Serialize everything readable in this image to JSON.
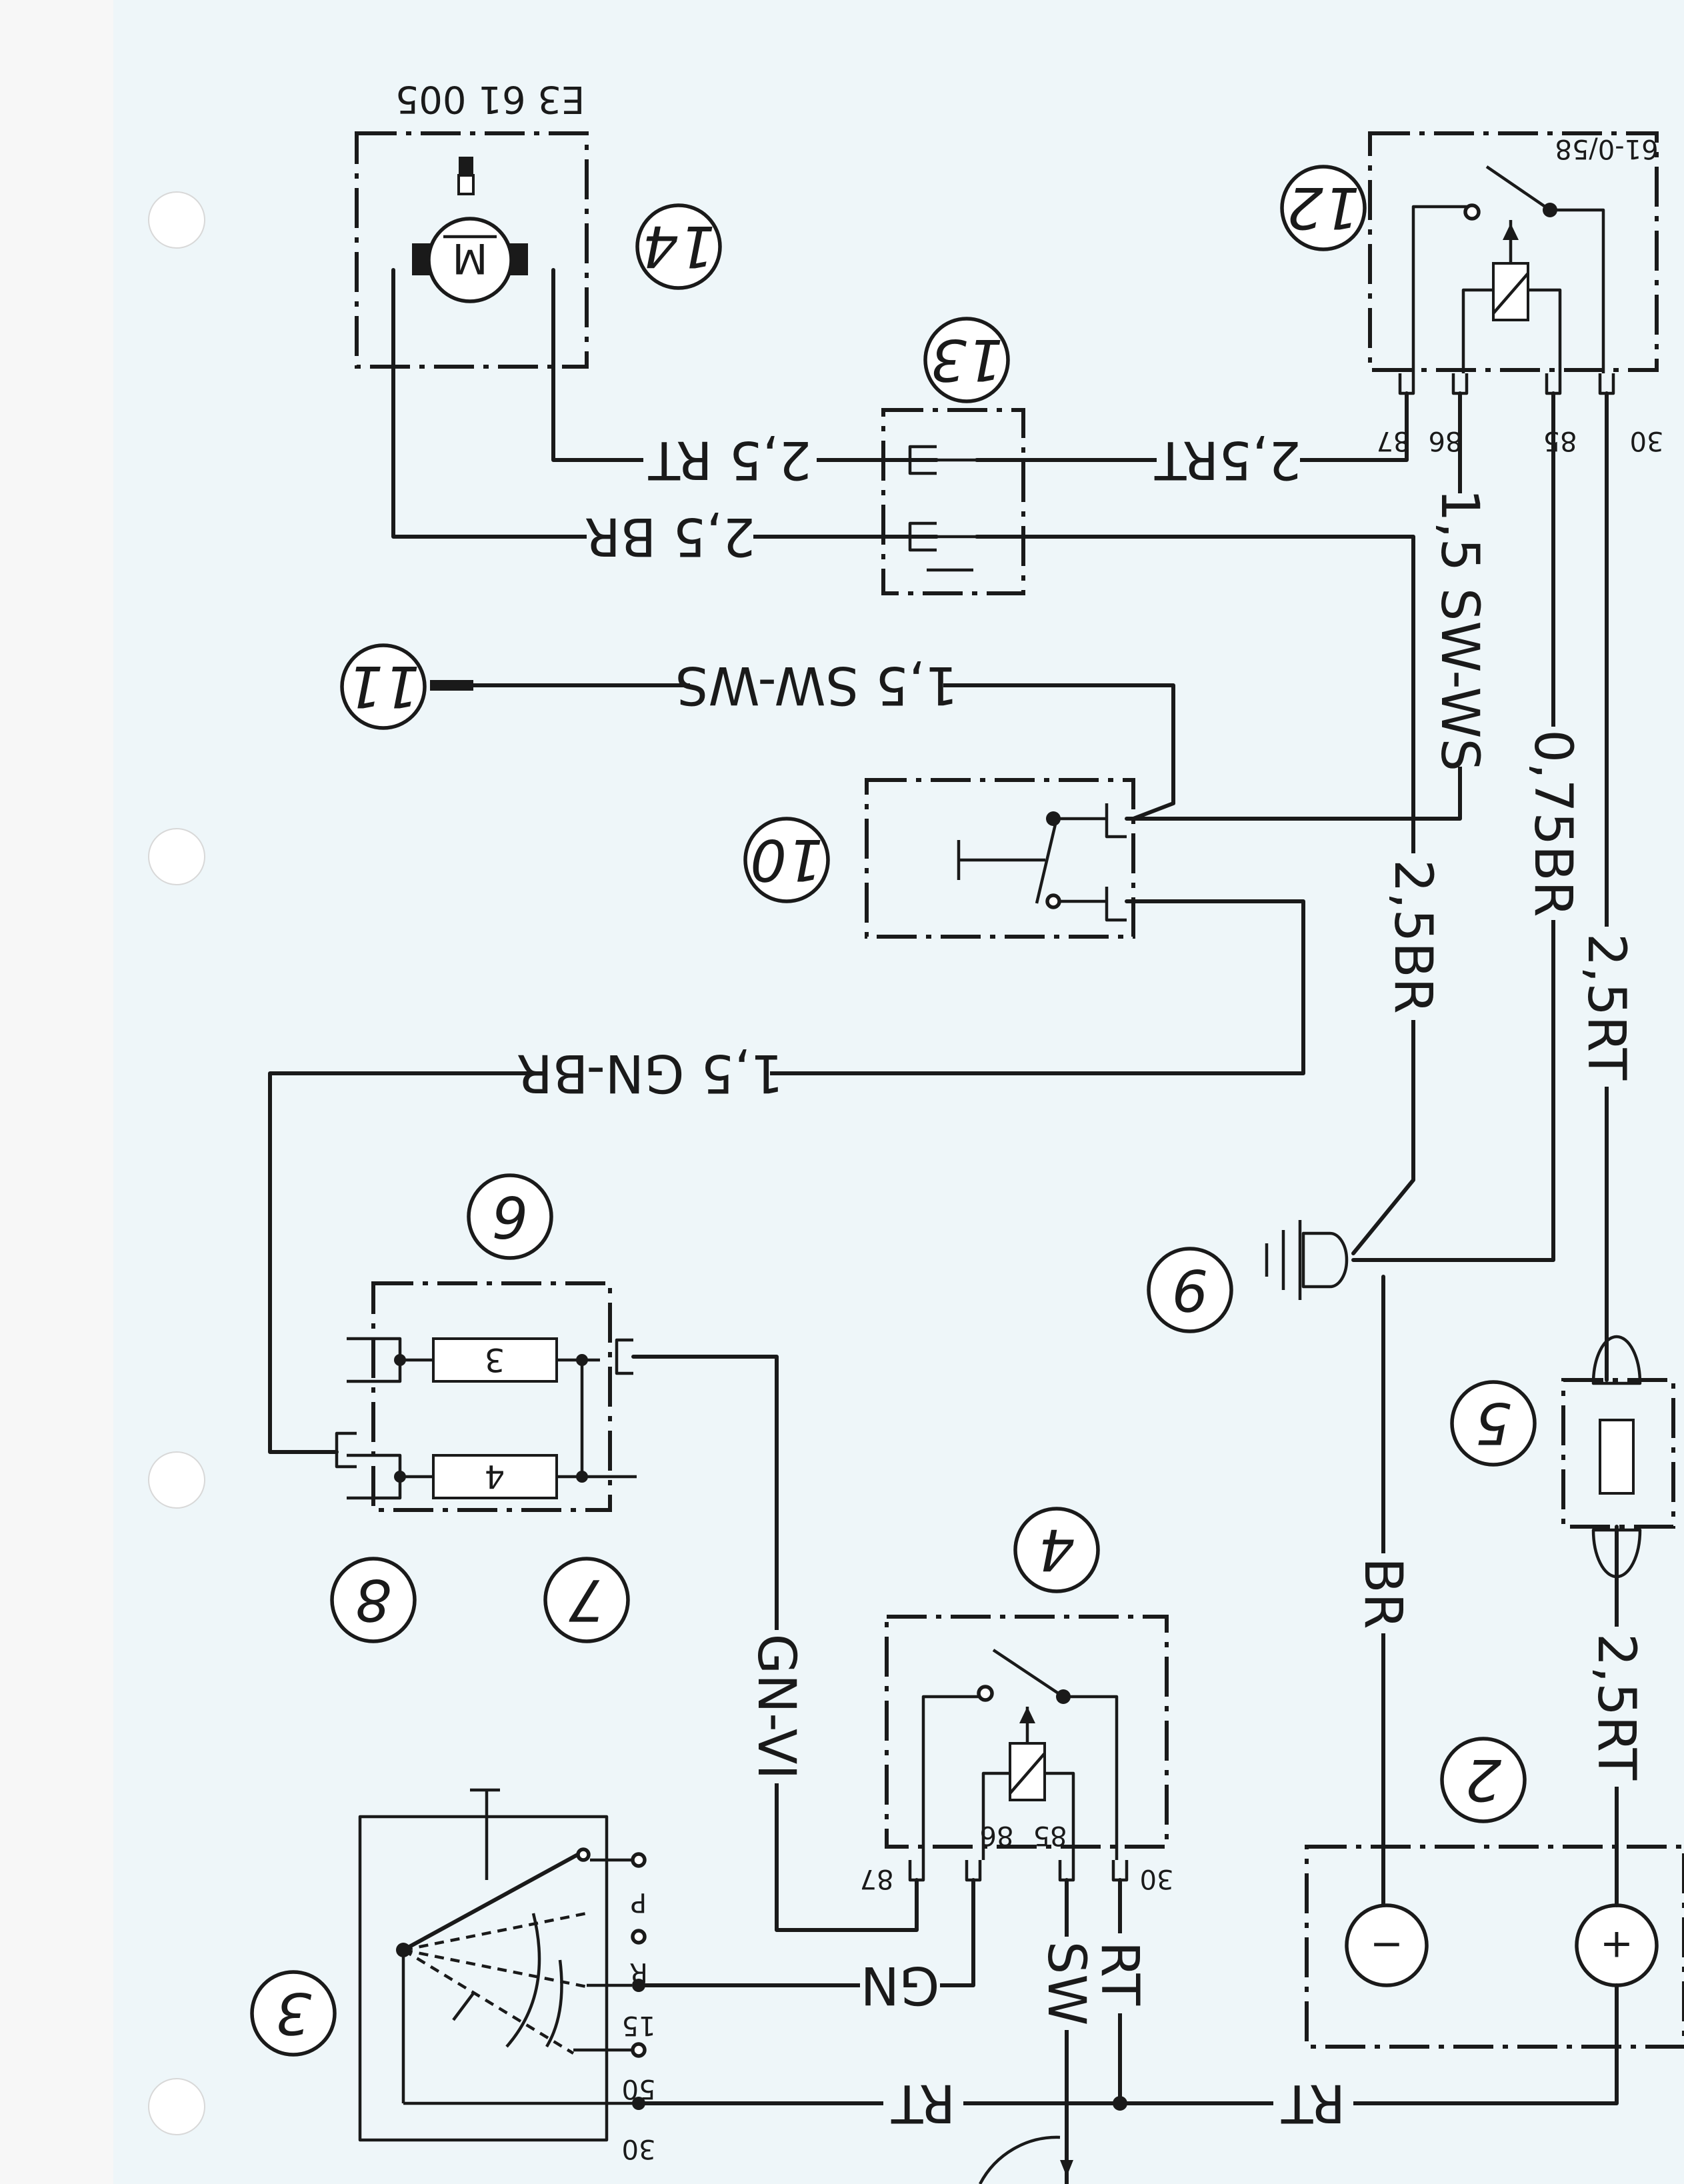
{
  "header": {
    "drawing_code": "E3 61 005",
    "sheet_ref": "61-0/58"
  },
  "components": {
    "c2": "2",
    "c3": "3",
    "c4": "4",
    "c5": "5",
    "c6": "6",
    "c7": "7",
    "c8": "8",
    "c9": "9",
    "c10": "10",
    "c11": "11",
    "c12": "12",
    "c13": "13",
    "c14": "14"
  },
  "wires": {
    "w_14_red": "2,5 RT",
    "w_14_brown": "2,5 BR",
    "w_13_12_red": "2,5RT",
    "w_11": "1,5 SW-WS",
    "w_12_swws": "1,5 SW-WS",
    "w_12_075br": "0,75BR",
    "w_10_ground": "2,5BR",
    "w_batt_fuse": "2,5RT",
    "w_fuse_12": "2,5RT",
    "w_gnbr": "1,5 GN-BR",
    "w_gnvi": "GN-VI",
    "w_ground_batt": "BR",
    "w_gn": "GN",
    "w_sw": "SW",
    "w_rt_relay": "RT",
    "w_rt_bottom_left": "RT",
    "w_rt_bottom_right": "RT"
  },
  "pins": {
    "relay12": [
      "30",
      "85",
      "86",
      "87"
    ],
    "relay4": [
      "30",
      "85",
      "86",
      "87"
    ],
    "switch3": [
      "30",
      "50",
      "15",
      "R",
      "P"
    ]
  },
  "fuses": {
    "upper": "3",
    "lower": "4"
  },
  "battery": {
    "minus": "−",
    "plus": "+"
  },
  "motor": "M"
}
